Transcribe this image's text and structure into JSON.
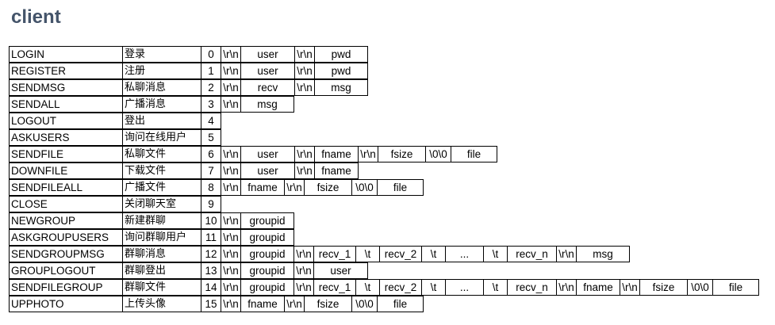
{
  "page": {
    "title": "client"
  },
  "commands": [
    {
      "name": "LOGIN",
      "desc": "登录",
      "code": "0",
      "fields": [
        "\\r\\n",
        "user",
        "\\r\\n",
        "pwd"
      ]
    },
    {
      "name": "REGISTER",
      "desc": "注册",
      "code": "1",
      "fields": [
        "\\r\\n",
        "user",
        "\\r\\n",
        "pwd"
      ]
    },
    {
      "name": "SENDMSG",
      "desc": "私聊消息",
      "code": "2",
      "fields": [
        "\\r\\n",
        "recv",
        "\\r\\n",
        "msg"
      ]
    },
    {
      "name": "SENDALL",
      "desc": "广播消息",
      "code": "3",
      "fields": [
        "\\r\\n",
        "msg"
      ]
    },
    {
      "name": "LOGOUT",
      "desc": "登出",
      "code": "4",
      "fields": []
    },
    {
      "name": "ASKUSERS",
      "desc": "询问在线用户",
      "code": "5",
      "fields": []
    },
    {
      "name": "SENDFILE",
      "desc": "私聊文件",
      "code": "6",
      "fields": [
        "\\r\\n",
        "user",
        "\\r\\n",
        "fname",
        "\\r\\n",
        "fsize",
        "\\0\\0",
        "file"
      ]
    },
    {
      "name": "DOWNFILE",
      "desc": "下载文件",
      "code": "7",
      "fields": [
        "\\r\\n",
        "user",
        "\\r\\n",
        "fname"
      ]
    },
    {
      "name": "SENDFILEALL",
      "desc": "广播文件",
      "code": "8",
      "fields": [
        "\\r\\n",
        "fname",
        "\\r\\n",
        "fsize",
        "\\0\\0",
        "file"
      ]
    },
    {
      "name": "CLOSE",
      "desc": "关闭聊天室",
      "code": "9",
      "fields": []
    },
    {
      "name": "NEWGROUP",
      "desc": "新建群聊",
      "code": "10",
      "fields": [
        "\\r\\n",
        "groupid"
      ]
    },
    {
      "name": "ASKGROUPUSERS",
      "desc": "询问群聊用户",
      "code": "11",
      "fields": [
        "\\r\\n",
        "groupid"
      ]
    },
    {
      "name": "SENDGROUPMSG",
      "desc": "群聊消息",
      "code": "12",
      "fields": [
        "\\r\\n",
        "groupid",
        "\\r\\n",
        "recv_1",
        "\\t",
        "recv_2",
        "\\t",
        "...",
        "\\t",
        "recv_n",
        "\\r\\n",
        "msg"
      ]
    },
    {
      "name": "GROUPLOGOUT",
      "desc": "群聊登出",
      "code": "13",
      "fields": [
        "\\r\\n",
        "groupid",
        "\\r\\n",
        "user"
      ]
    },
    {
      "name": "SENDFILEGROUP",
      "desc": "群聊文件",
      "code": "14",
      "fields": [
        "\\r\\n",
        "groupid",
        "\\r\\n",
        "recv_1",
        "\\t",
        "recv_2",
        "\\t",
        "...",
        "\\t",
        "recv_n",
        "\\r\\n",
        "fname",
        "\\r\\n",
        "fsize",
        "\\0\\0",
        "file"
      ]
    },
    {
      "name": "UPPHOTO",
      "desc": "上传头像",
      "code": "15",
      "fields": [
        "\\r\\n",
        "fname",
        "\\r\\n",
        "fsize",
        "\\0\\0",
        "file"
      ]
    }
  ]
}
